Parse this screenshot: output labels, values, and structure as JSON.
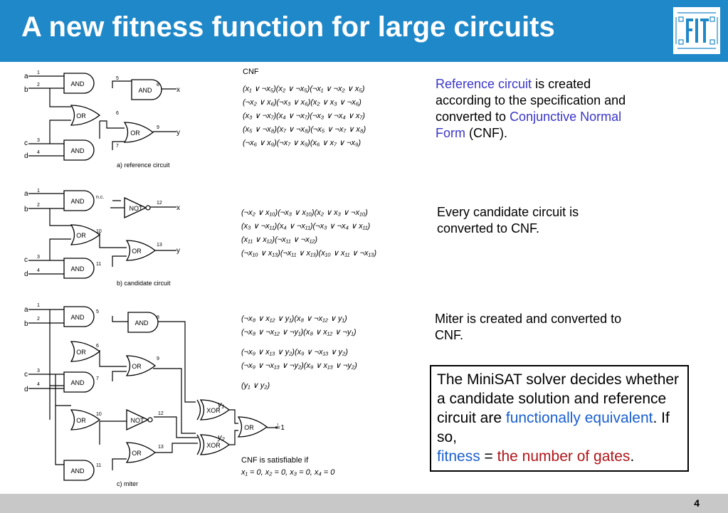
{
  "title": "A new fitness function for large circuits",
  "page_number": "4",
  "figure": {
    "gates": {
      "and": "AND",
      "or": "OR",
      "not": "NOT",
      "xor": "XOR"
    },
    "inputs": {
      "a": "a",
      "b": "b",
      "c": "c",
      "d": "d"
    },
    "outputs": {
      "x": "x",
      "y": "y"
    },
    "nc": "n.c.",
    "cnf_label": "CNF",
    "captions": {
      "a": "a) reference circuit",
      "b": "b) candidate circuit",
      "c": "c) miter"
    },
    "nums": {
      "n1": "1",
      "n2": "2",
      "n3": "3",
      "n4": "4",
      "n5": "5",
      "n6": "6",
      "n7": "7",
      "n8": "8",
      "n9": "9",
      "n10": "10",
      "n11": "11",
      "n12": "12",
      "n13": "13"
    },
    "miter_out": "≟1",
    "y1": "y₁",
    "y2": "y₂",
    "cnf_a": [
      "(x₁ ∨ ¬x₅)(x₂ ∨ ¬x₅)(¬x₁ ∨ ¬x₂ ∨ x₅)",
      "(¬x₂ ∨ x₆)(¬x₃ ∨ x₆)(x₂ ∨ x₃ ∨ ¬x₆)",
      "(x₃ ∨ ¬x₇)(x₄ ∨ ¬x₇)(¬x₃ ∨ ¬x₄ ∨ x₇)",
      "(x₅ ∨ ¬x₈)(x₇ ∨ ¬x₈)(¬x₅ ∨ ¬x₇ ∨ x₈)",
      "(¬x₆ ∨ x₉)(¬x₇ ∨ x₉)(x₆ ∨ x₇ ∨ ¬x₉)"
    ],
    "cnf_b": [
      "(¬x₂ ∨ x₁₀)(¬x₃ ∨ x₁₀)(x₂ ∨ x₃ ∨ ¬x₁₀)",
      "(x₃ ∨ ¬x₁₁)(x₄ ∨ ¬x₁₁)(¬x₃ ∨ ¬x₄ ∨ x₁₁)",
      "(x₁₁ ∨ x₁₂)(¬x₁₁ ∨ ¬x₁₂)",
      "(¬x₁₀ ∨ x₁₃)(¬x₁₁ ∨ x₁₃)(x₁₀ ∨ x₁₁ ∨ ¬x₁₃)"
    ],
    "cnf_c": [
      "(¬x₈ ∨ x₁₂ ∨ y₁)(x₈ ∨ ¬x₁₂ ∨ y₁)",
      "(¬x₈ ∨ ¬x₁₂ ∨ ¬y₁)(x₈ ∨ x₁₂ ∨ ¬y₁)",
      "(¬x₉ ∨ x₁₃ ∨ y₂)(x₉ ∨ ¬x₁₃ ∨ y₂)",
      "(¬x₉ ∨ ¬x₁₃ ∨ ¬y₂)(x₉ ∨ x₁₃ ∨ ¬y₂)",
      "(y₁ ∨ y₂)"
    ],
    "satisfiable_label": "CNF is satisfiable if",
    "satisfiable_cond": "x₁ = 0, x₂ = 0, x₃ = 0, x₄ = 0"
  },
  "text1": {
    "p1": "Reference circuit",
    "p2": " is created according to the specification and converted to ",
    "p3": "Conjunctive Normal Form",
    "p4": " (CNF)."
  },
  "text2": "Every candidate circuit is converted to CNF.",
  "text3": "Miter is created and converted to CNF.",
  "box": {
    "p1": "The MiniSAT solver decides whether a candidate solution and reference circuit are ",
    "p2": "functionally equivalent",
    "p3": ". If so,",
    "p4": "fitness",
    "p5": " = ",
    "p6": "the number of gates",
    "p7": "."
  }
}
